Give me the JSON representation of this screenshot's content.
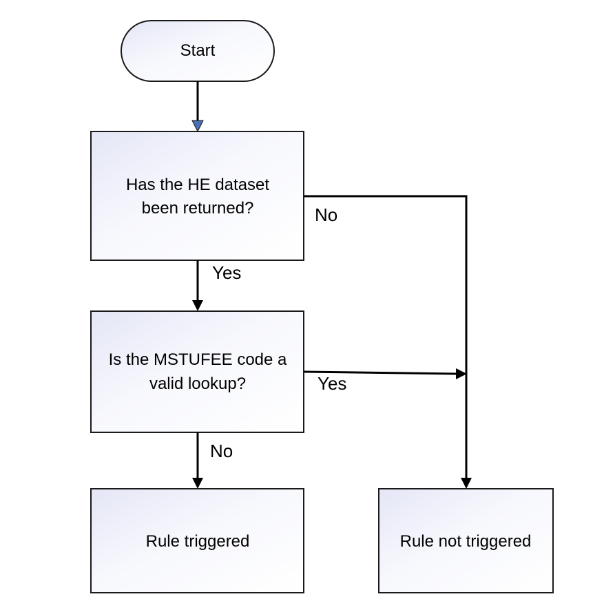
{
  "nodes": {
    "start": {
      "label": "Start"
    },
    "q_returned": {
      "line1": "Has the HE dataset",
      "line2": "been returned?"
    },
    "q_lookup": {
      "line1": "Is the MSTUFEE code a",
      "line2": "valid lookup?"
    },
    "rule_triggered": {
      "label": "Rule triggered"
    },
    "rule_not_triggered": {
      "label": "Rule not triggered"
    }
  },
  "edges": {
    "returned_no": "No",
    "returned_yes": "Yes",
    "lookup_yes": "Yes",
    "lookup_no": "No"
  },
  "colors": {
    "fill_light": "#ffffff",
    "fill_tint": "#e6e8f7",
    "start_arrowhead": "#4a6fb5",
    "line": "#000000"
  }
}
